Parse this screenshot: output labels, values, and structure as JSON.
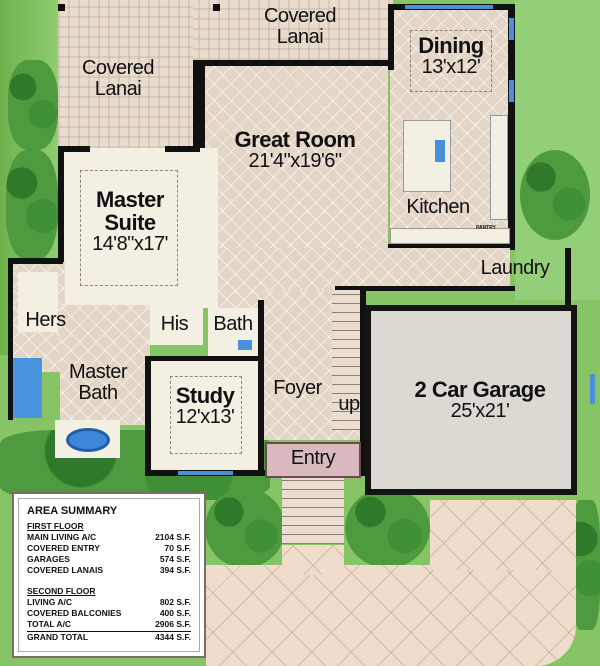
{
  "rooms": {
    "covered_lanai_left": {
      "name_line1": "Covered",
      "name_line2": "Lanai"
    },
    "covered_lanai_top": {
      "name_line1": "Covered",
      "name_line2": "Lanai"
    },
    "dining": {
      "name": "Dining",
      "dims": "13'x12'"
    },
    "great_room": {
      "name": "Great Room",
      "dims": "21'4\"x19'6\""
    },
    "kitchen": {
      "name": "Kitchen",
      "pantry": "PANTRY"
    },
    "master_suite": {
      "name_line1": "Master",
      "name_line2": "Suite",
      "dims": "14'8\"x17'"
    },
    "laundry": {
      "name": "Laundry"
    },
    "hers": {
      "name": "Hers"
    },
    "his": {
      "name": "His"
    },
    "bath": {
      "name": "Bath"
    },
    "master_bath": {
      "name_line1": "Master",
      "name_line2": "Bath"
    },
    "study": {
      "name": "Study",
      "dims": "12'x13'"
    },
    "foyer": {
      "name": "Foyer"
    },
    "stairs": {
      "label": "up"
    },
    "garage": {
      "name": "2 Car Garage",
      "dims": "25'x21'"
    },
    "entry": {
      "name": "Entry"
    }
  },
  "area_summary": {
    "title": "AREA SUMMARY",
    "first_floor": {
      "heading": "FIRST FLOOR",
      "rows": [
        {
          "label": "MAIN LIVING A/C",
          "value": "2104 S.F."
        },
        {
          "label": "COVERED ENTRY",
          "value": "70 S.F."
        },
        {
          "label": "GARAGES",
          "value": "574 S.F."
        },
        {
          "label": "COVERED LANAIS",
          "value": "394 S.F."
        }
      ]
    },
    "second_floor": {
      "heading": "SECOND FLOOR",
      "rows": [
        {
          "label": "LIVING A/C",
          "value": "802 S.F."
        },
        {
          "label": "COVERED BALCONIES",
          "value": "400 S.F."
        },
        {
          "label": "TOTAL A/C",
          "value": "2906 S.F."
        }
      ]
    },
    "grand_total": {
      "label": "GRAND TOTAL",
      "value": "4344 S.F."
    }
  },
  "colors": {
    "wall": "#111111",
    "tile_floor": "#e3d6c6",
    "garage_floor": "#dcd9d3",
    "entry": "#d8b9bd",
    "lawn": "#86c466",
    "window": "#4a8fd8"
  }
}
